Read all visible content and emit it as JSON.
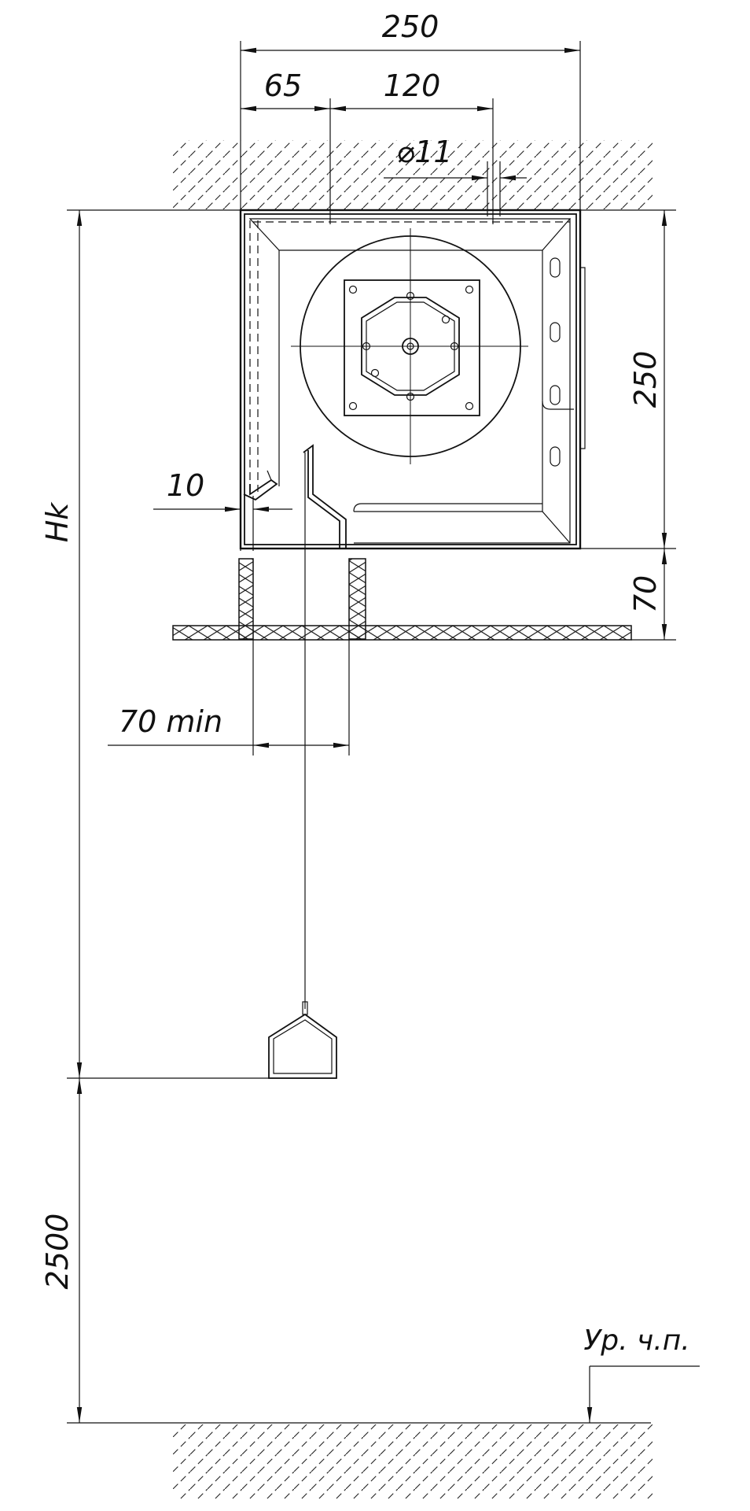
{
  "dimensions": {
    "width_total": "250",
    "offset_left": "65",
    "hole_spacing": "120",
    "hole_diameter": "⌀11",
    "height_box": "250",
    "gap_below": "70",
    "gap_side": "10",
    "opening_min": "70 min",
    "height_hk": "Hk",
    "height_floor": "2500"
  },
  "floor_label": "Ур. ч.п."
}
